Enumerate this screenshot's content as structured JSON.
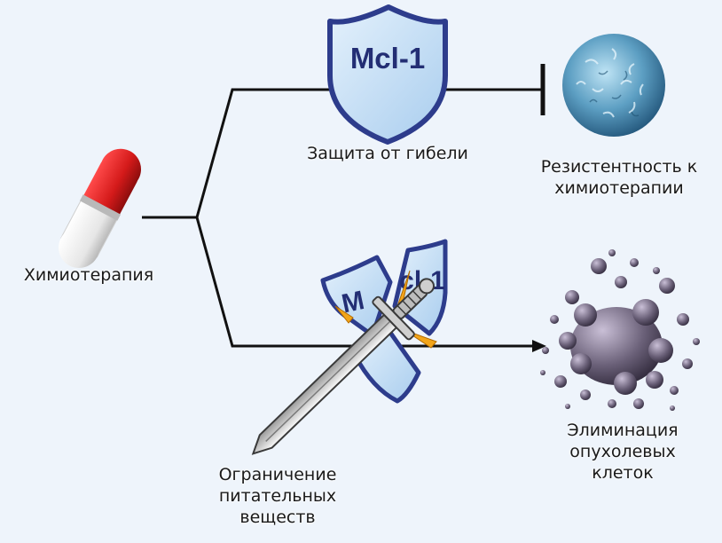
{
  "labels": {
    "chemo": "Химиотерапия",
    "protection": "Защита от гибели",
    "resistance_line1": "Резистентность к",
    "resistance_line2": "химиотерапии",
    "restriction_line1": "Ограничение",
    "restriction_line2": "питательных",
    "restriction_line3": "веществ",
    "elimination_line1": "Элиминация",
    "elimination_line2": "опухолевых",
    "elimination_line3": "клеток"
  },
  "shield_text": "Mcl-1",
  "broken_shield_left_text": "M",
  "broken_shield_right_text": "cl-1",
  "icons": {
    "pill": "pill-icon",
    "shield": "shield-icon",
    "broken_shield": "broken-shield-icon",
    "sword": "sword-icon",
    "resistant_cell": "cell-icon",
    "dying_cell": "dying-cell-icon"
  },
  "colors": {
    "pill_red": "#d41a1a",
    "shield_fill": "#c7e1f7",
    "shield_border": "#2d3c8c",
    "cell_blue": "#4a8fb5",
    "dying_cell": "#6a6078",
    "line": "#111111",
    "spark": "#f2a51a"
  }
}
